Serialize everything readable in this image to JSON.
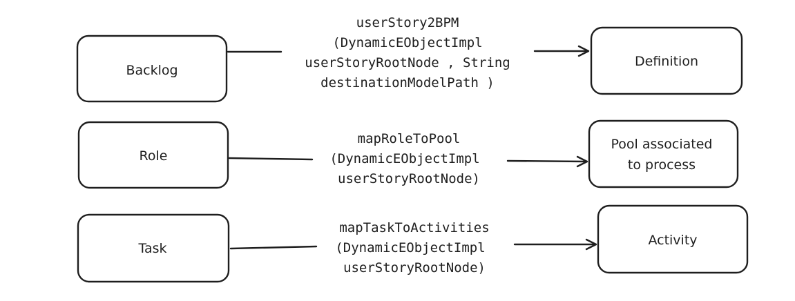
{
  "rows": [
    {
      "source": {
        "label": "Backlog"
      },
      "method": {
        "lines": [
          "userStory2BPM",
          "(DynamicEObjectImpl",
          "userStoryRootNode , String",
          "destinationModelPath )"
        ]
      },
      "target": {
        "lines": [
          "Definition"
        ]
      }
    },
    {
      "source": {
        "label": "Role"
      },
      "method": {
        "lines": [
          "mapRoleToPool",
          "(DynamicEObjectImpl",
          "userStoryRootNode)"
        ]
      },
      "target": {
        "lines": [
          "Pool associated",
          "to process"
        ]
      }
    },
    {
      "source": {
        "label": "Task"
      },
      "method": {
        "lines": [
          "mapTaskToActivities",
          "(DynamicEObjectImpl",
          "userStoryRootNode)"
        ]
      },
      "target": {
        "lines": [
          "Activity"
        ]
      }
    }
  ],
  "colors": {
    "stroke": "#1e1e1e",
    "background": "#ffffff"
  }
}
